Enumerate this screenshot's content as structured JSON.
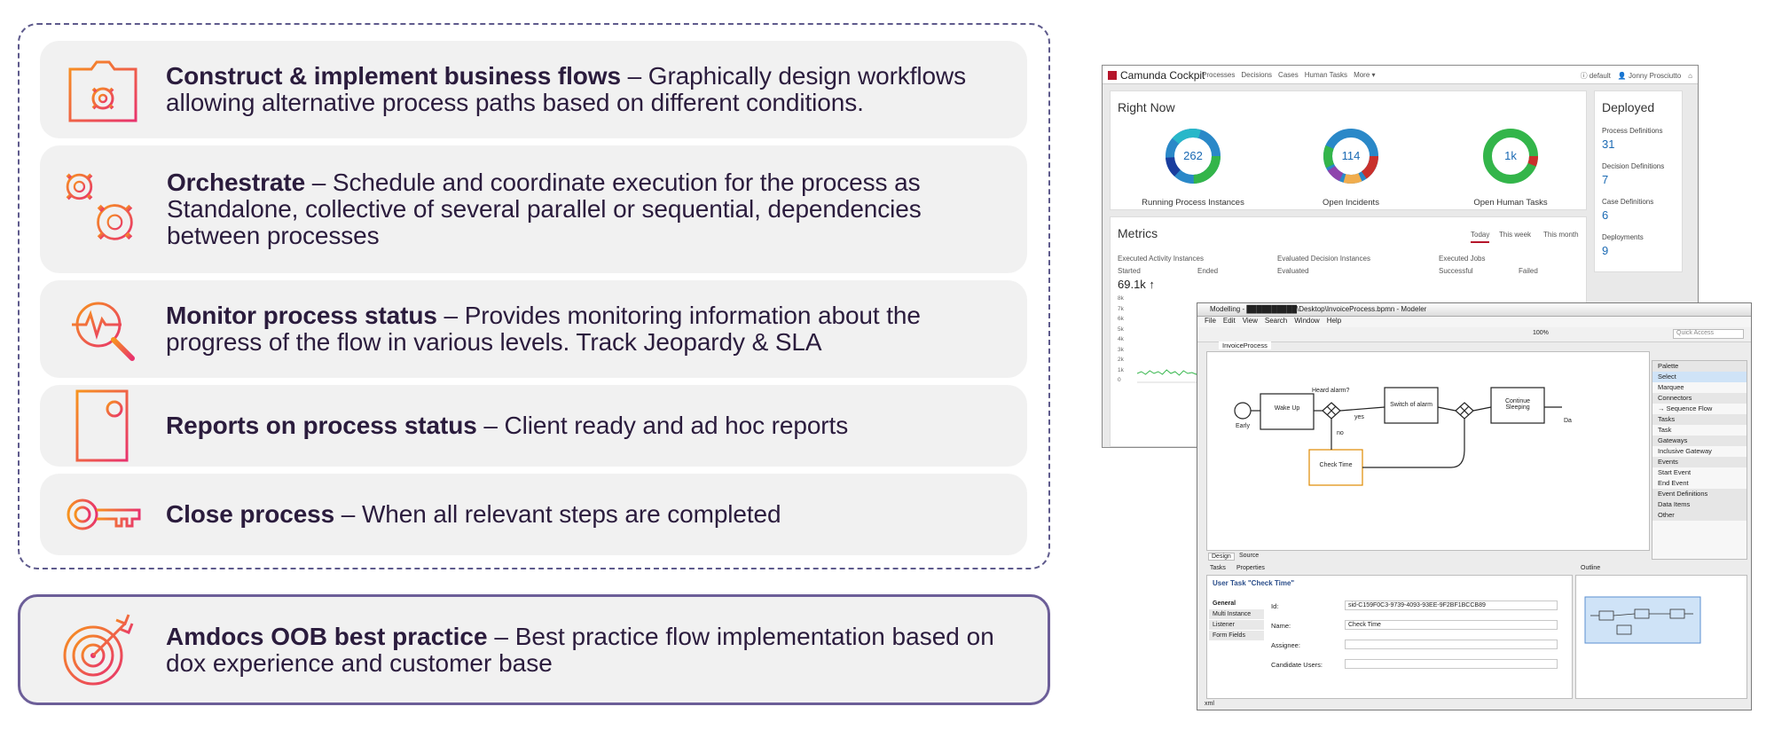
{
  "features": [
    {
      "title": "Construct & implement business flows",
      "desc": " – Graphically design workflows allowing alternative process paths based on different conditions.",
      "icon": "gear-folder-icon"
    },
    {
      "title": "Orchestrate",
      "desc": " – Schedule and coordinate execution for the process as Standalone, collective of several parallel or sequential, dependencies between processes",
      "icon": "gears-icon"
    },
    {
      "title": "Monitor process status",
      "desc": " – Provides monitoring information about the progress of the flow in various levels. Track Jeopardy & SLA",
      "icon": "magnifier-pulse-icon"
    },
    {
      "title": "Reports on process status",
      "desc": " – Client ready and ad hoc reports",
      "icon": "report-icon"
    },
    {
      "title": "Close process",
      "desc": " – When all relevant steps are completed",
      "icon": "key-icon"
    }
  ],
  "oob": {
    "title": "Amdocs OOB best practice",
    "desc": " – Best practice flow implementation based on dox experience and customer base",
    "icon": "target-arrow-icon"
  },
  "colors": {
    "accent_orange": "#f7931e",
    "accent_pink": "#e8336d",
    "frame": "#5e5a8c",
    "text": "#2b1c3d"
  },
  "cockpit": {
    "brand": "Camunda Cockpit",
    "nav": [
      "Processes",
      "Decisions",
      "Cases",
      "Human Tasks",
      "More ▾"
    ],
    "user": [
      "ⓘ default",
      "👤 Jonny Prosciutto",
      "⌂"
    ],
    "right_now": {
      "title": "Right Now",
      "donuts": [
        {
          "value": "262",
          "label": "Running Process Instances"
        },
        {
          "value": "114",
          "label": "Open Incidents"
        },
        {
          "value": "1k",
          "label": "Open Human Tasks"
        }
      ]
    },
    "deployed": {
      "title": "Deployed",
      "items": [
        {
          "label": "Process Definitions",
          "value": "31"
        },
        {
          "label": "Decision Definitions",
          "value": "7"
        },
        {
          "label": "Case Definitions",
          "value": "6"
        },
        {
          "label": "Deployments",
          "value": "9"
        }
      ]
    },
    "metrics": {
      "title": "Metrics",
      "tabs": [
        "Today",
        "This week",
        "This month"
      ],
      "cols": [
        {
          "title": "Executed Activity Instances",
          "a": "Started",
          "b": "Ended"
        },
        {
          "title": "Evaluated Decision Instances",
          "a": "Evaluated",
          "b": ""
        },
        {
          "title": "Executed Jobs",
          "a": "Successful",
          "b": "Failed"
        }
      ],
      "big": "69.1k ↑",
      "yticks": [
        "8k",
        "7k",
        "6k",
        "5k",
        "4k",
        "3k",
        "2k",
        "1k",
        "0"
      ]
    }
  },
  "modeler": {
    "title": "Modelling - ██████████\\Desktop\\InvoiceProcess.bpmn - Modeler",
    "menu": [
      "File",
      "Edit",
      "View",
      "Search",
      "Window",
      "Help"
    ],
    "zoom": "100%",
    "quick_access": "Quick Access",
    "tab": "InvoiceProcess",
    "nodes": {
      "start": "Early",
      "wake": "Wake Up",
      "alarm": "Heard alarm?",
      "yes": "yes",
      "no": "no",
      "switch": "Switch of alarm",
      "continue": "Continue Sleeping",
      "check": "Check Time",
      "da": "Da"
    },
    "palette": [
      {
        "t": "Palette",
        "c": "cat"
      },
      {
        "t": "Select",
        "c": "sel"
      },
      {
        "t": "Marquee",
        "c": ""
      },
      {
        "t": "Connectors",
        "c": "cat"
      },
      {
        "t": "→ Sequence Flow",
        "c": ""
      },
      {
        "t": "Tasks",
        "c": "cat"
      },
      {
        "t": "Task",
        "c": ""
      },
      {
        "t": "Gateways",
        "c": "cat"
      },
      {
        "t": "Inclusive Gateway",
        "c": ""
      },
      {
        "t": "Events",
        "c": "cat"
      },
      {
        "t": "Start Event",
        "c": ""
      },
      {
        "t": "End Event",
        "c": ""
      },
      {
        "t": "Event Definitions",
        "c": "cat"
      },
      {
        "t": "Data Items",
        "c": "cat"
      },
      {
        "t": "Other",
        "c": "cat"
      }
    ],
    "design_tabs": [
      "Design",
      "Source"
    ],
    "bottom_tabs": [
      "Tasks",
      "Properties"
    ],
    "outline_tab": "Outline",
    "props_title": "User Task \"Check Time\"",
    "props_tabs": [
      "General",
      "Multi Instance",
      "Listener",
      "Form Fields"
    ],
    "props_fields": [
      {
        "label": "Id:",
        "value": "sid-C159F0C3-9739-4093-93EE-9F2BF1BCCB89"
      },
      {
        "label": "Name:",
        "value": "Check Time"
      },
      {
        "label": "Assignee:",
        "value": ""
      },
      {
        "label": "Candidate Users:",
        "value": ""
      }
    ],
    "status": "xml"
  }
}
